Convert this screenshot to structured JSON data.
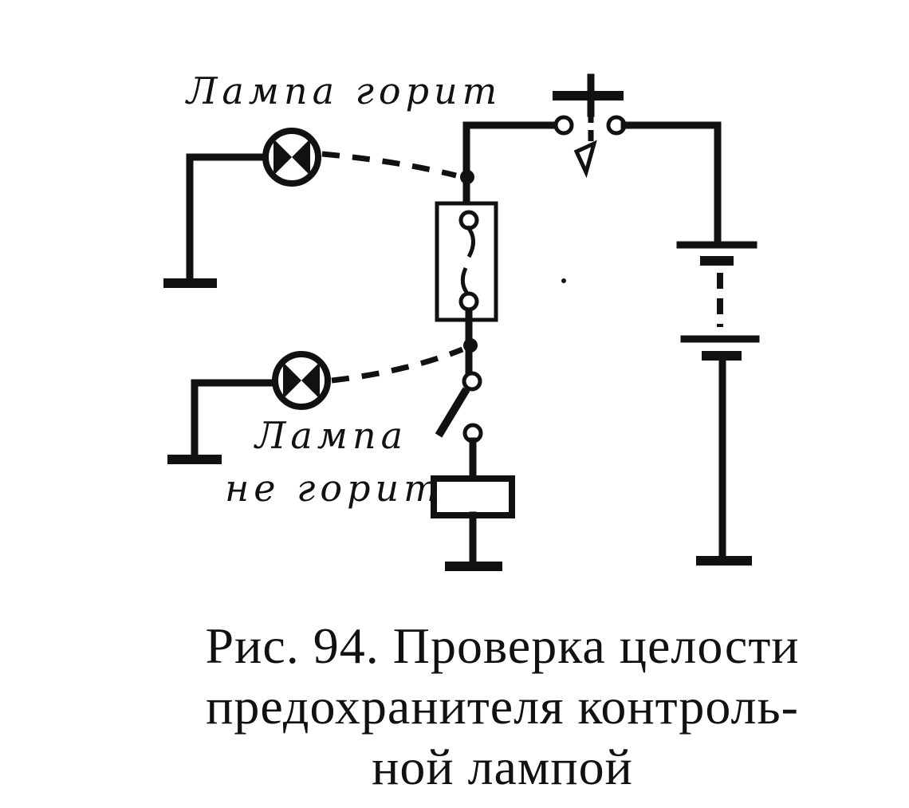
{
  "diagram": {
    "lamp_on_label": "Лампа горит",
    "lamp_off_label_1": "Лампа",
    "lamp_off_label_2": "не горит"
  },
  "caption": {
    "line1": "Рис. 94. Проверка целости",
    "line2": "предохранителя контроль-",
    "line3": "ной лампой"
  }
}
